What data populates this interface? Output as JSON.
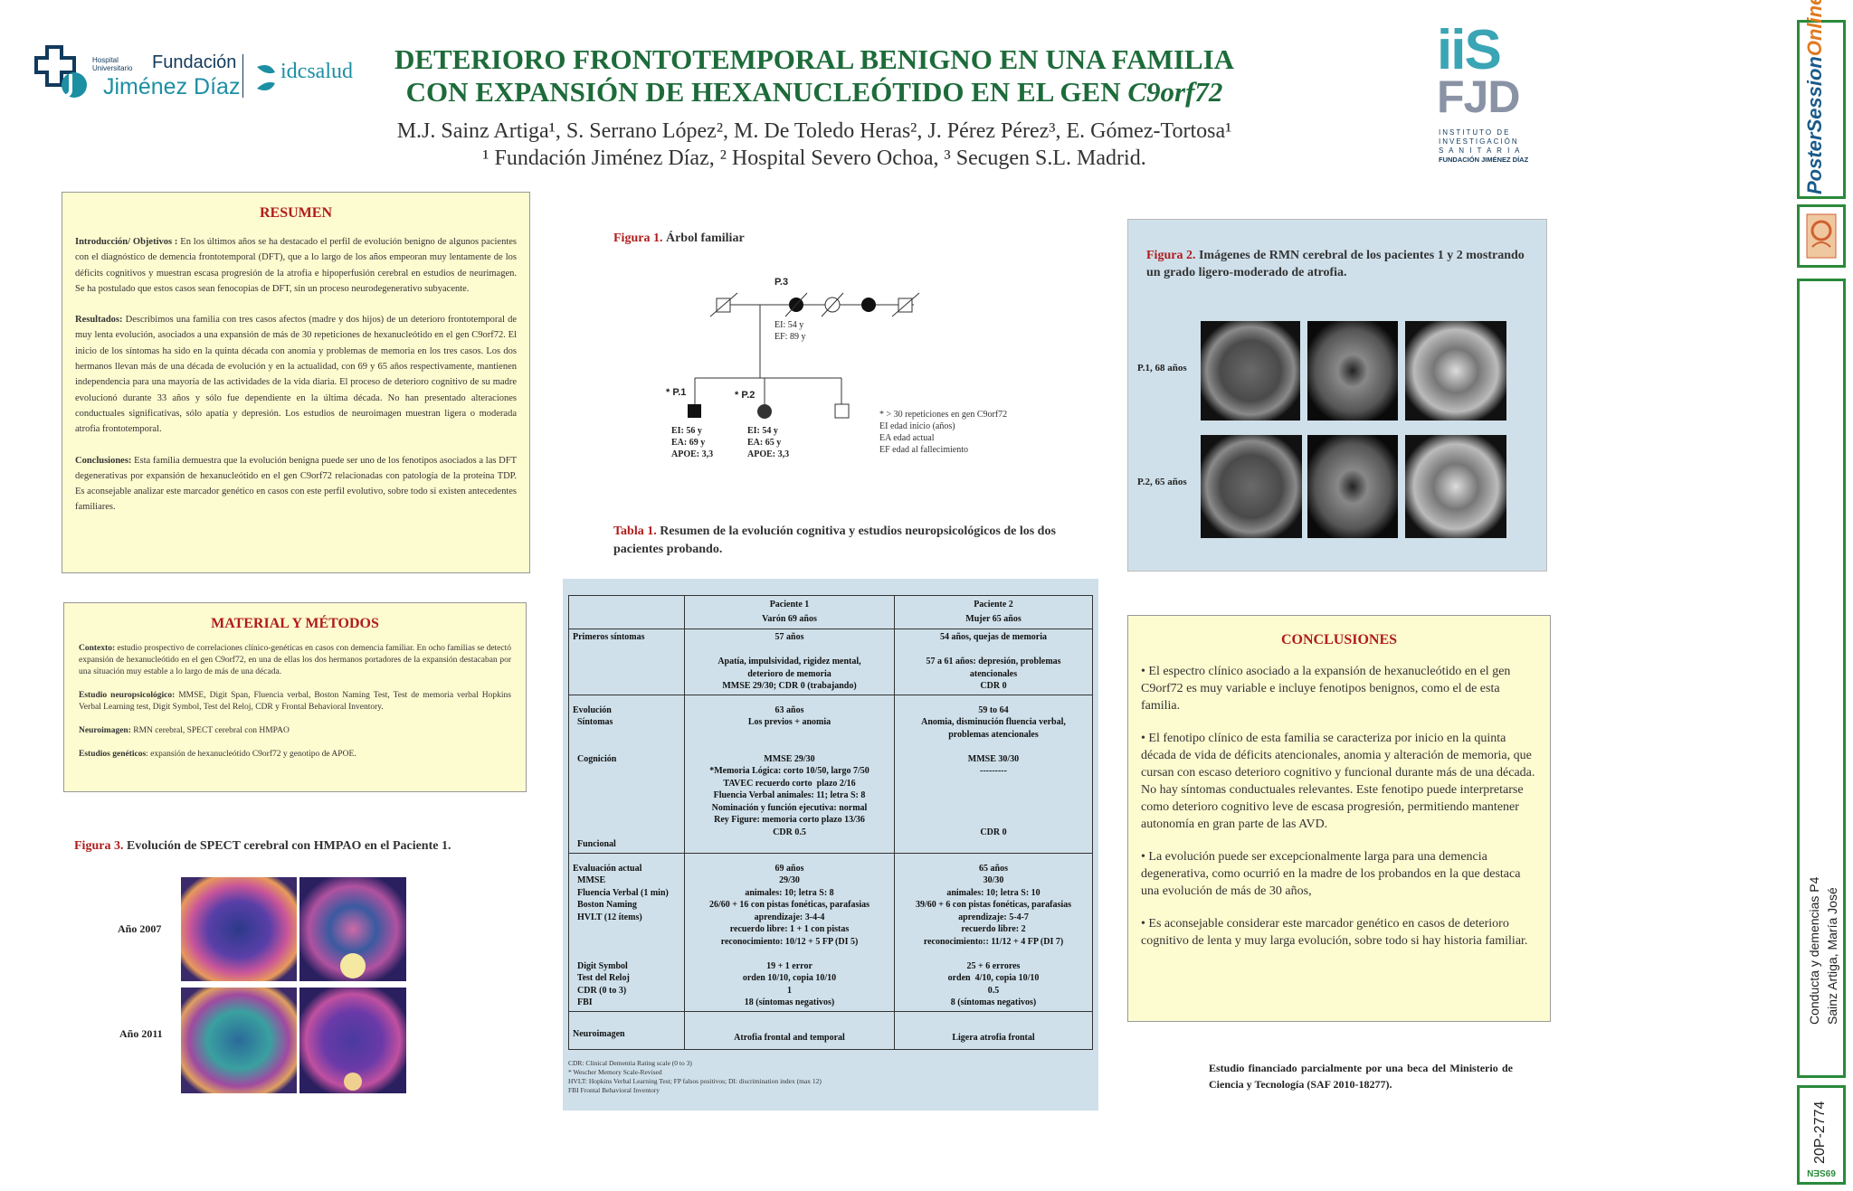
{
  "header": {
    "title_line1": "DETERIORO FRONTOTEMPORAL BENIGNO EN UNA FAMILIA",
    "title_line2": "CON EXPANSIÓN DE HEXANUCLEÓTIDO EN EL GEN ",
    "title_gene": "C9orf72",
    "authors_line1": "M.J. Sainz Artiga¹, S. Serrano López², M. De Toledo Heras², J. Pérez Pérez³, E. Gómez-Tortosa¹",
    "authors_line2": "¹ Fundación Jiménez Díaz, ² Hospital Severo Ochoa, ³ Secugen S.L. Madrid."
  },
  "logos": {
    "hospital_small": "Hospital\nUniversitario",
    "hospital_name": "Fundación",
    "hospital_name2": "Jiménez Díaz",
    "idc": "idcsalud",
    "iis": "iiS",
    "fjd": "FJD",
    "iis_text1": "INSTITUTO DE",
    "iis_text2": "INVESTIGACIÓN",
    "iis_text3": "S A N I T A R I A",
    "iis_text4": "FUNDACIÓN JIMÉNEZ DÍAZ",
    "colors": {
      "green": "#1d6b3a",
      "teal": "#1c8fa3",
      "navy": "#123a5c",
      "iis_teal": "#3aa5b5",
      "iis_grey": "#8a93a5"
    }
  },
  "resumen": {
    "title": "RESUMEN",
    "intro_label": "Introducción/ Objetivos :",
    "intro_text": " En los últimos años se ha destacado el perfil de evolución benigno de algunos pacientes con el diagnóstico de demencia frontotemporal (DFT), que a lo largo de los años empeoran muy lentamente de los déficits cognitivos y muestran escasa progresión de la atrofia e hipoperfusión cerebral en estudios de neurimagen. Se ha postulado que estos casos sean fenocopias de DFT, sin un proceso neurodegenerativo subyacente.",
    "results_label": "Resultados:",
    "results_text": " Describimos una familia con tres casos afectos (madre y dos hijos) de un deterioro frontotemporal de muy lenta evolución, asociados a una expansión de más de 30 repeticiones de hexanucleótido en el gen C9orf72. El inicio de los síntomas ha sido en la quinta década con anomia y problemas de memoria en los tres casos. Los dos hermanos llevan más de una década de evolución y en la actualidad, con 69 y 65 años respectivamente, mantienen independencia para una mayoría de las actividades de la vida diaria. El proceso de deterioro cognitivo de su madre evolucionó durante 33 años y sólo fue dependiente en la última década. No han presentado alteraciones conductuales significativas, sólo apatía y depresión. Los estudios de neuroimagen muestran ligera o moderada atrofia frontotemporal.",
    "concl_label": "Conclusiones:",
    "concl_text": " Esta familia demuestra que la evolución benigna puede ser uno de los fenotipos asociados a las DFT degenerativas por expansión de hexanucleótido en el gen C9orf72 relacionadas con patología de la proteína TDP. Es aconsejable analizar este marcador genético en casos con este perfil evolutivo, sobre todo si existen antecedentes familiares."
  },
  "metodos": {
    "title": "MATERIAL Y MÉTODOS",
    "ctx_label": "Contexto:",
    "ctx_text": " estudio prospectivo de correlaciones clínico-genéticas en casos con demencia familiar. En ocho familias se detectó expansión de hexanucleótido en el gen C9orf72, en una de ellas los dos hermanos portadores de la expansión destacaban por una situación muy estable a lo largo de más de una década.",
    "neuro_label": "Estudio neuropsicológico:",
    "neuro_text": " MMSE, Digit Span, Fluencia verbal, Boston Naming Test, Test de memoria verbal Hopkins Verbal Learning test, Digit Symbol, Test del Reloj, CDR y Frontal Behavioral Inventory.",
    "img_label": "Neuroimagen:",
    "img_text": " RMN cerebral, SPECT cerebral con HMPAO",
    "gen_label": "Estudios genéticos",
    "gen_text": ": expansión de hexanucleótido C9orf72 y genotipo de APOE."
  },
  "figure3": {
    "label": "Figura 3.",
    "caption": " Evolución de SPECT cerebral con HMPAO en el Paciente 1.",
    "row1": "Año 2007",
    "row2": "Año 2011"
  },
  "figure1": {
    "label": "Figura 1.",
    "caption": " Árbol familiar",
    "p3": "P.3",
    "p3_data1": "EI: 54 y",
    "p3_data2": "EF: 89 y",
    "p1": "* P.1",
    "p2": "* P.2",
    "p1_data": [
      "EI: 56 y",
      "EA: 69 y",
      "APOE: 3,3"
    ],
    "p2_data": [
      "EI: 54 y",
      "EA: 65 y",
      "APOE: 3,3"
    ],
    "legend": [
      "* > 30 repeticiones en gen C9orf72",
      "EI edad inicio (años)",
      "EA edad actual",
      "EF edad al fallecimiento"
    ]
  },
  "tabla1": {
    "label": "Tabla 1.",
    "caption": " Resumen de la evolución cognitiva y estudios neuropsicológicos de los dos pacientes probando.",
    "head1": [
      "Paciente  1",
      "Varón 69 años"
    ],
    "head2": [
      "Paciente 2",
      "Mujer 65 años"
    ],
    "rows": [
      {
        "label": "Primeros síntomas",
        "p1": "57 años\n\nApatía, impulsividad, rigidez mental,\ndeterioro de memoria\nMMSE 29/30; CDR 0 (trabajando)",
        "p2": "54 años, quejas de memoria\n\n57 a 61 años: depresión, problemas\natencionales\nCDR 0"
      },
      {
        "label": "Evolución\n  Síntomas\n\n\n  Cognición\n\n\n\n\n\n\n  Funcional",
        "p1": "63 años\nLos previos + anomia\n\n\nMMSE 29/30\n*Memoria Lógica: corto 10/50, largo 7/50\nTAVEC recuerdo corto  plazo 2/16\nFluencia Verbal animales: 11; letra S: 8\nNominación y función ejecutiva: normal\nRey Figure: memoria corto plazo 13/36\nCDR 0.5",
        "p2": "59 to 64\nAnomia, disminución fluencia verbal,\nproblemas atencionales\n\nMMSE 30/30\n---------\n\n\n\n\nCDR 0"
      },
      {
        "label": "Evaluación actual\n  MMSE\n  Fluencia Verbal (1 min)\n  Boston Naming\n  HVLT (12 ítems)\n\n\n\n  Digit Symbol\n  Test del Reloj\n  CDR (0 to 3)\n  FBI",
        "p1": "69 años\n29/30\nanimales: 10; letra S: 8\n26/60 + 16 con pistas fonéticas, parafasias\naprendizaje: 3-4-4\nrecuerdo libre: 1 + 1 con pistas\nreconocimiento: 10/12 + 5 FP (DI 5)\n\n19 + 1 error\norden 10/10, copia 10/10\n1\n18 (síntomas negativos)",
        "p2": "65 años\n30/30\nanimales: 10; letra S: 10\n39/60 + 6 con pistas fonéticas, parafasias\naprendizaje: 5-4-7\nrecuerdo libre: 2\nreconocimiento:: 11/12 + 4 FP (DI 7)\n\n25 + 6 errores\norden  4/10, copia 10/10\n0.5\n8 (síntomas negativos)"
      },
      {
        "label": "Neuroimagen",
        "p1": "Atrofia frontal and temporal",
        "p2": "Ligera atrofia frontal"
      }
    ],
    "footnotes": [
      "CDR: Clinical Dementia Rating scale (0 to 3)",
      "* Wescher Memory Scale-Revised",
      "HVLT: Hopkins Verbal Learning Test; FP falsos positivos; DI: discrimination index (max 12)",
      "FBI Frontal Behavioral Inventory"
    ]
  },
  "figure2": {
    "label": "Figura 2.",
    "caption": " Imágenes de RMN cerebral de los pacientes 1 y 2 mostrando un grado ligero-moderado de atrofia.",
    "row1": "P.1, 68 años",
    "row2": "P.2, 65 años"
  },
  "conclusiones": {
    "title": "CONCLUSIONES",
    "items": [
      "•  El espectro clínico asociado a la expansión de hexanucleótido en el gen C9orf72 es muy variable e incluye fenotipos benignos, como el de esta familia.",
      "•  El fenotipo clínico de esta familia se caracteriza por inicio en la quinta década de vida de déficits atencionales, anomia y alteración de memoria, que cursan con escaso deterioro cognitivo y funcional durante más de una década. No hay síntomas conductuales relevantes. Este fenotipo puede interpretarse como deterioro cognitivo leve de escasa progresión, permitiendo mantener autonomía en gran parte de las AVD.",
      "•  La evolución puede ser excepcionalmente larga para una demencia degenerativa, como ocurrió en la madre de los probandos en la que destaca una evolución de más de 30 años,",
      "•  Es aconsejable considerar este marcador genético en casos de deterioro cognitivo de lenta y muy larga evolución, sobre todo si hay historia familiar."
    ]
  },
  "funding": "Estudio financiado parcialmente por una beca del Ministerio de Ciencia y Tecnología (SAF 2010-18277).",
  "sidebar": {
    "brand1": "Poster",
    "brand2": "Session",
    "brand3": "Online",
    "session": "Conducta y demencias P4",
    "author": "Sainz Artiga, María José",
    "code": "20P-2774",
    "event": "69SEN"
  }
}
